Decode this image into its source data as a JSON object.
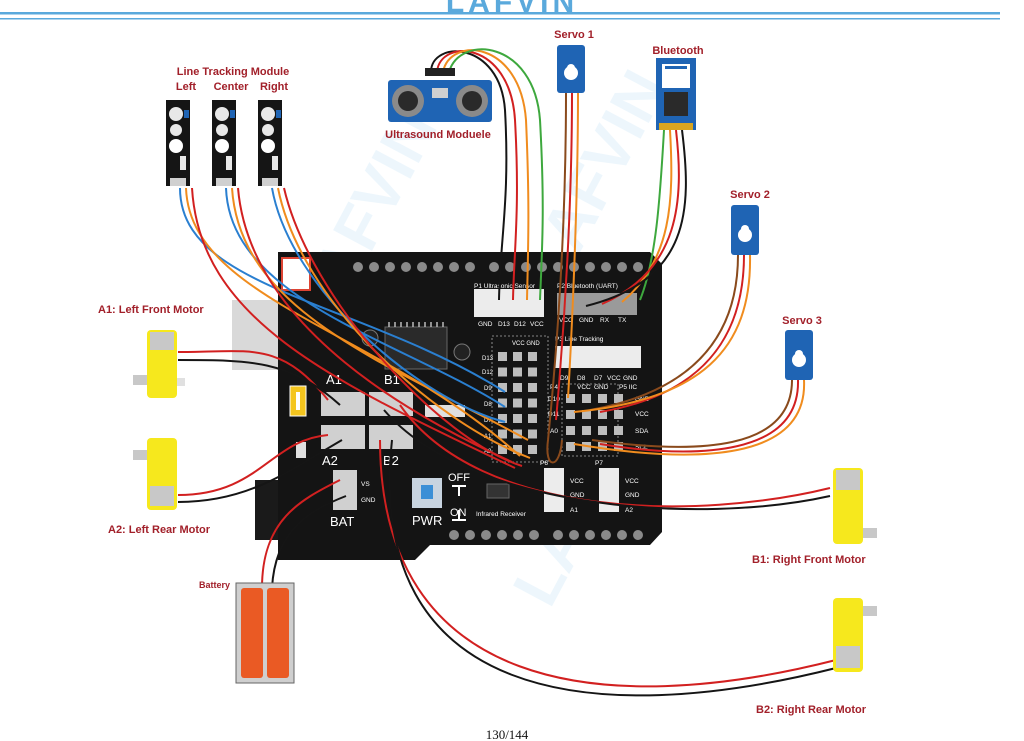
{
  "header": {
    "brand_text": "LAFVIN",
    "rule_color": "#5aa9dc"
  },
  "watermark": "LAFVIN",
  "labels": {
    "line_tracking_title": "Line Tracking Module",
    "lt_left": "Left",
    "lt_center": "Center",
    "lt_right": "Right",
    "ultrasound": "Ultrasound Moduele",
    "servo1": "Servo 1",
    "bluetooth": "Bluetooth",
    "servo2": "Servo 2",
    "servo3": "Servo 3",
    "a1_motor": "A1: Left Front Motor",
    "a2_motor": "A2: Left Rear Motor",
    "b1_motor": "B1: Right Front Motor",
    "b2_motor": "B2: Right Rear Motor",
    "battery": "Battery"
  },
  "board": {
    "p1": "P1 Ultrasonic Sensor",
    "p1_pins": [
      "GND",
      "D13",
      "D12",
      "VCC"
    ],
    "p2": "P2 Bluetooth (UART)",
    "p2_pins": [
      "VCC",
      "GND",
      "RX",
      "TX"
    ],
    "p3": "P3 Line Tracking",
    "p3_pins": [
      "D9",
      "D8",
      "D7",
      "VCC",
      "GND"
    ],
    "p4": "P4",
    "p4_pins": [
      "VCC",
      "GND"
    ],
    "p5": "P5 IIC",
    "p5_pins": [
      "GND",
      "VCC",
      "SDA",
      "SCL"
    ],
    "servo_pins": [
      "D10",
      "D11",
      "A0"
    ],
    "grid_header": "VCC GND",
    "grid_rows": [
      "D13",
      "D12",
      "D9",
      "D8",
      "D7",
      "A1",
      "A2"
    ],
    "a1": "A1",
    "a2": "A2",
    "b1": "B1",
    "b2": "B2",
    "bat": "BAT",
    "bat_pins": [
      "VS",
      "GND"
    ],
    "pwr": "PWR",
    "off": "OFF",
    "on": "ON",
    "ir": "Infrared Receiver",
    "p6": "P6",
    "p6_pins": [
      "VCC",
      "GND",
      "A1"
    ],
    "p7": "P7",
    "p7_pins": [
      "VCC",
      "GND",
      "A2"
    ]
  },
  "footer": {
    "page": "130/144"
  },
  "colors": {
    "label_red": "#a2202a",
    "board": "#141414",
    "servo_blue": "#1f64b4",
    "motor_yellow": "#f6e81d",
    "battery_orange": "#ea5a24",
    "wire_orange": "#f08c1e",
    "wire_blue": "#2a7fd0",
    "wire_red": "#d22020",
    "wire_green": "#3ea83e",
    "wire_brown": "#8a4a1c"
  }
}
